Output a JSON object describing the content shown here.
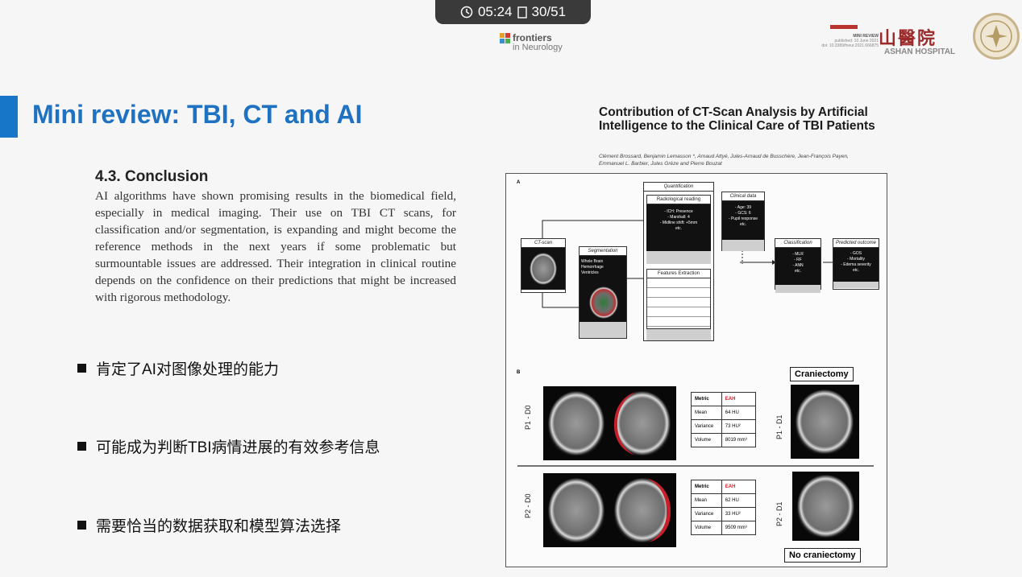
{
  "recording": {
    "time": "05:24",
    "page": "30/51",
    "icons": [
      "clock-icon",
      "page-icon"
    ]
  },
  "header": {
    "journal_line1": "frontiers",
    "journal_line2": "in Neurology",
    "article_type": "MINI REVIEW",
    "article_meta": [
      "published: 10 June 2021",
      "doi: 10.3389/fneur.2021.666875"
    ],
    "hospital_cn": "山醫院",
    "hospital_en": "ASHAN HOSPITAL"
  },
  "slide": {
    "title": "Mini review: TBI, CT and AI",
    "section_heading": "4.3. Conclusion",
    "section_body": "AI algorithms have shown promising results in the biomedical field, especially in medical imaging. Their use on TBI CT scans, for classification and/or segmentation, is expanding and might become the reference methods in the next years if some problematic but surmountable issues are addressed. Their integration in clinical routine depends on the confidence on their predictions that might be increased with rigorous methodology.",
    "bullets": [
      "肯定了AI对图像处理的能力",
      "可能成为判断TBI病情进展的有效参考信息",
      "需要恰当的数据获取和模型算法选择"
    ]
  },
  "paper": {
    "title": "Contribution of CT-Scan Analysis by Artificial Intelligence to the Clinical Care of TBI Patients",
    "authors": "Clément Brossard, Benjamin Lemasson *, Arnaud Attyé, Jules-Arnaud de Busschère, Jean-François Payen, Emmanuel L. Barbier, Jules Grèze and Pierre Bouzat",
    "figure": {
      "panel_a": "A",
      "panel_b": "B",
      "ct_scan": "CT-scan",
      "segmentation": "Segmentation",
      "seg_items": [
        "Whole Brain",
        "Hemorrhage",
        "Ventricles"
      ],
      "quantification": "Quantification",
      "radiological_reading": "Radiological reading",
      "rad_items": [
        "- ICH: Presence",
        "- Marshall: 4",
        "- Midline shift: +5mm",
        "etc."
      ],
      "features_extraction": "Features Extraction",
      "clinical_data": "Clinical data",
      "clin_items": [
        "- Age: 39",
        "- GCS: 6",
        "- Pupil response",
        "etc."
      ],
      "classification": "Classification",
      "class_items": [
        "- MLR",
        "- RF",
        "- ANN",
        "etc."
      ],
      "predicted_outcome": "Predicted outcome",
      "pred_items": [
        "- GOS",
        "- Mortality",
        "- Edema severity",
        "etc."
      ],
      "p1_d0": "P1 - D0",
      "p1_d1": "P1 - D1",
      "p2_d0": "P2 - D0",
      "p2_d1": "P2 - D1",
      "craniectomy": "Craniectomy",
      "no_craniectomy": "No craniectomy",
      "table1": {
        "header": [
          "Metric",
          "EAH"
        ],
        "rows": [
          [
            "Mean",
            "64 HU"
          ],
          [
            "Variance",
            "73 HU²"
          ],
          [
            "Volume",
            "8019 mm³"
          ]
        ]
      },
      "table2": {
        "header": [
          "Metric",
          "EAH"
        ],
        "rows": [
          [
            "Mean",
            "62 HU"
          ],
          [
            "Variance",
            "33 HU²"
          ],
          [
            "Volume",
            "9509 mm³"
          ]
        ]
      }
    }
  }
}
